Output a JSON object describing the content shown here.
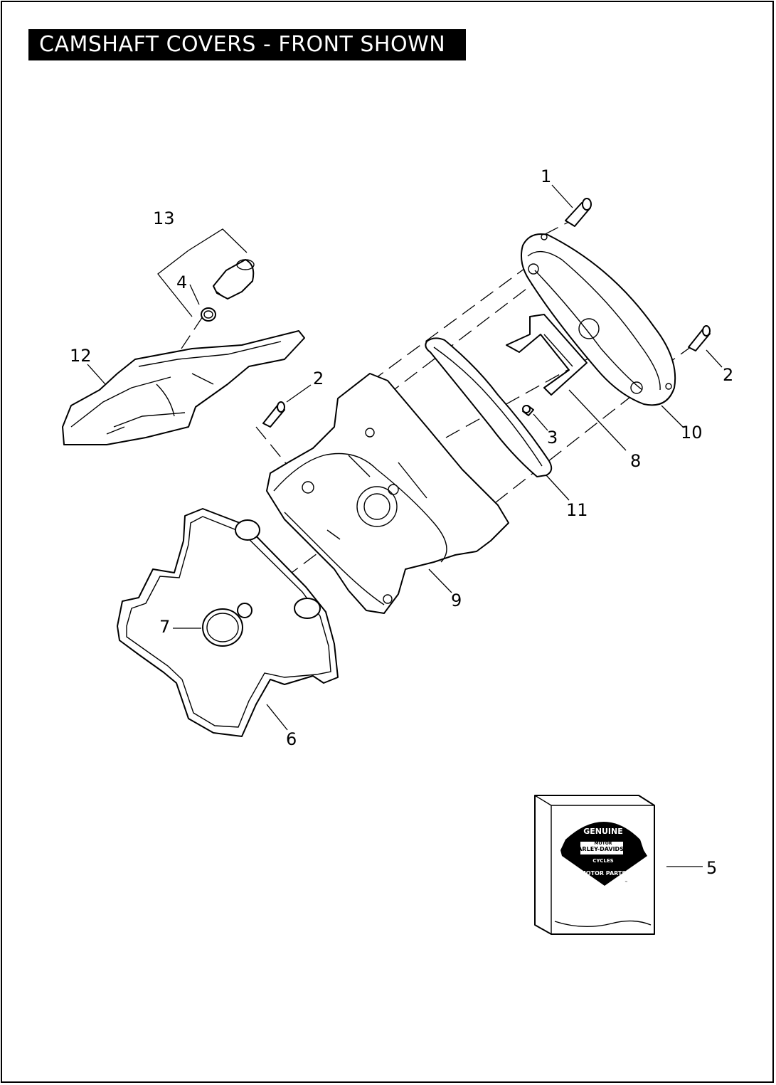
{
  "title": "CAMSHAFT COVERS - FRONT SHOWN",
  "callouts": {
    "c1": "1",
    "c2a": "2",
    "c2b": "2",
    "c3": "3",
    "c4": "4",
    "c5": "5",
    "c6": "6",
    "c7": "7",
    "c8": "8",
    "c9": "9",
    "c10": "10",
    "c11": "11",
    "c12": "12",
    "c13": "13"
  },
  "logo": {
    "top": "GENUINE",
    "upper": "MOTOR",
    "brand": "HARLEY-DAVIDSON",
    "lower": "CYCLES",
    "bottom": "MOTOR PARTS",
    "tm": "™"
  }
}
